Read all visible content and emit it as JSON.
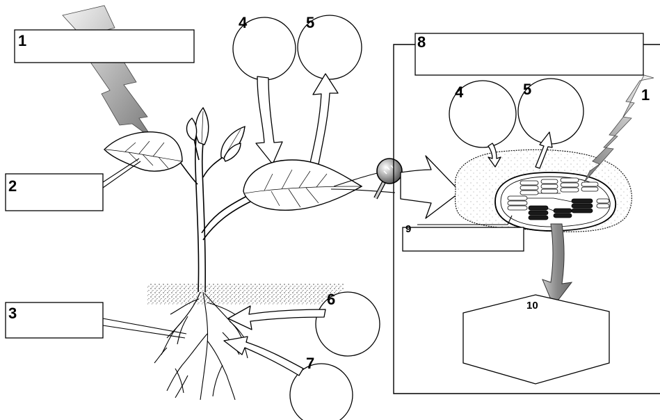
{
  "diagram": {
    "labels": {
      "sunlight_plant": "1",
      "sunlight_chloroplast": "1",
      "leaf_box": "2",
      "root_box": "3",
      "gas_in_plant": "4",
      "gas_out_plant": "5",
      "gas_in_chloroplast": "4",
      "gas_out_chloroplast": "5",
      "water_in": "6",
      "minerals_in": "7",
      "panel_title_box": "8",
      "chloroplast_box": "9",
      "product_hexagon": "10"
    },
    "colors": {
      "line": "#000000",
      "background": "#ffffff",
      "lightning_dark": "#8c8c8c",
      "lightning_light": "#f2f2f2",
      "product_arrow": "#9a9a9a"
    }
  }
}
